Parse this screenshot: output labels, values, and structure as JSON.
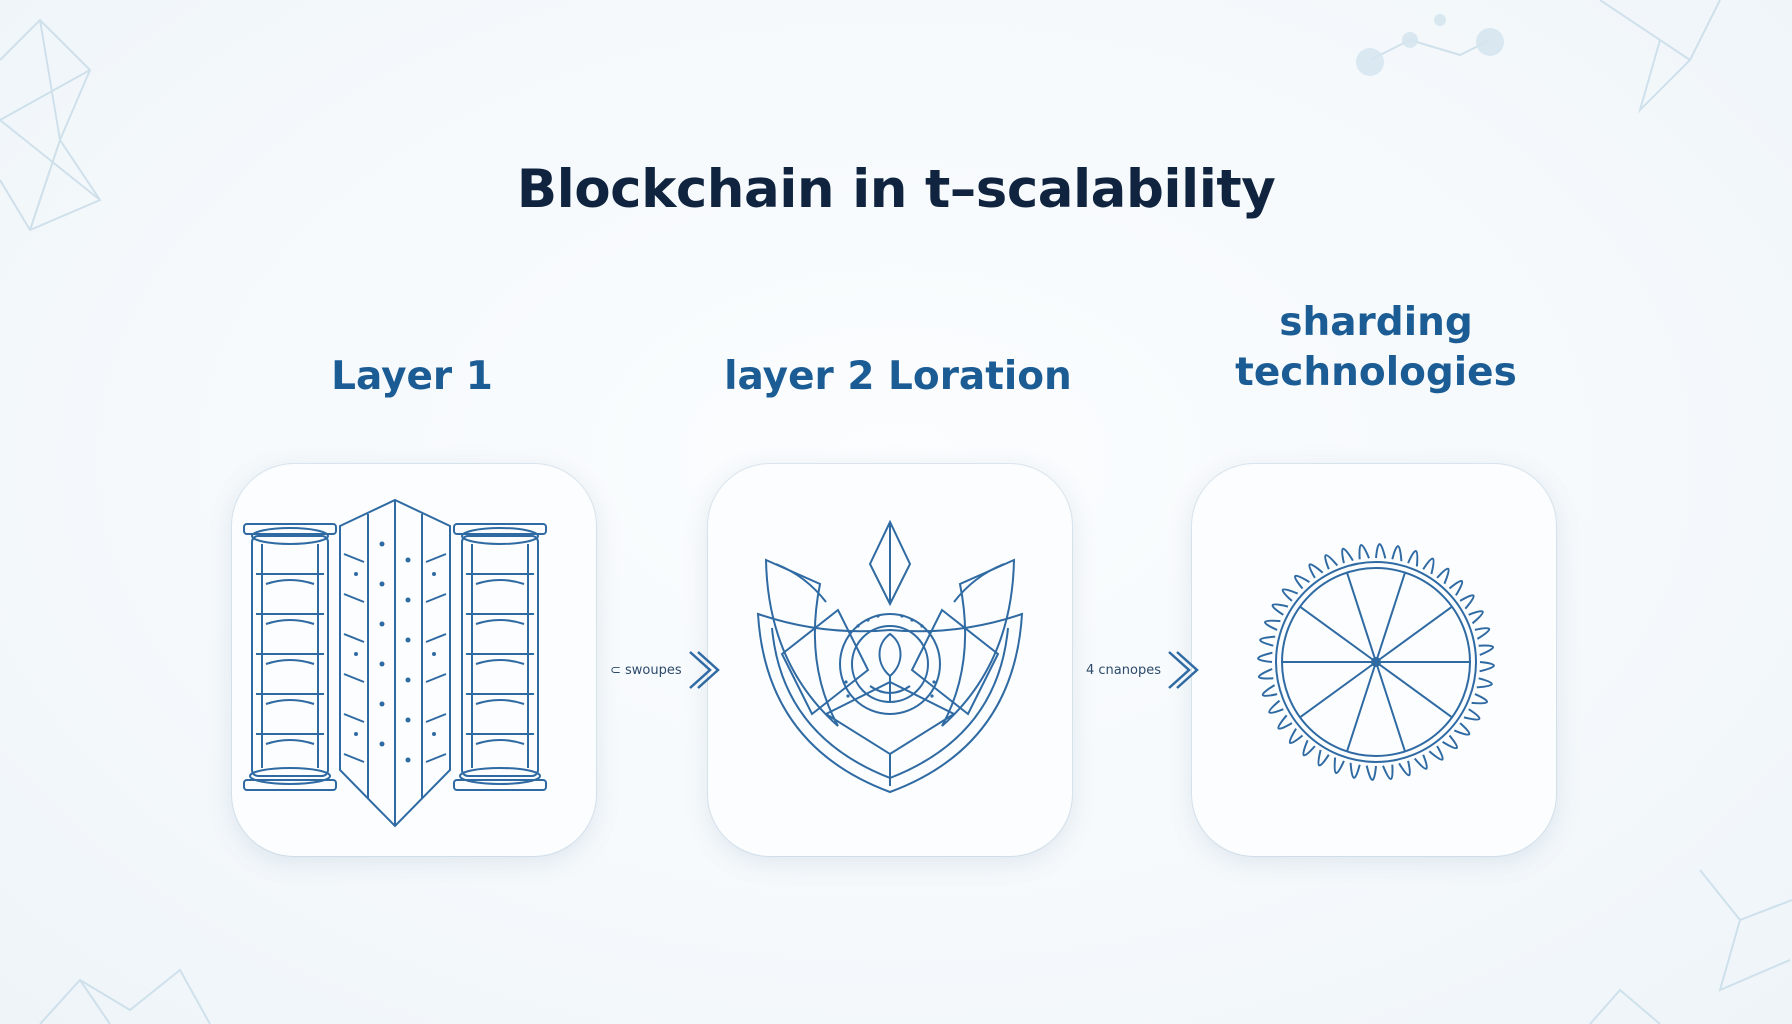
{
  "title": "Blockchain in t–scalability",
  "columns": [
    {
      "label": "Layer 1",
      "icon": "server-rack-icon"
    },
    {
      "label": "layer 2 Loration",
      "icon": "crest-emblem-icon"
    },
    {
      "label_lines": [
        "sharding",
        "technologies"
      ],
      "icon": "spoked-wheel-icon"
    }
  ],
  "connectors": [
    {
      "label": "⊂ swoupes"
    },
    {
      "label": "4 cnanopes"
    }
  ],
  "colors": {
    "title": "#10243f",
    "label": "#1b5c94",
    "line_art": "#2f6aa3",
    "background": "#f4f8fb"
  }
}
